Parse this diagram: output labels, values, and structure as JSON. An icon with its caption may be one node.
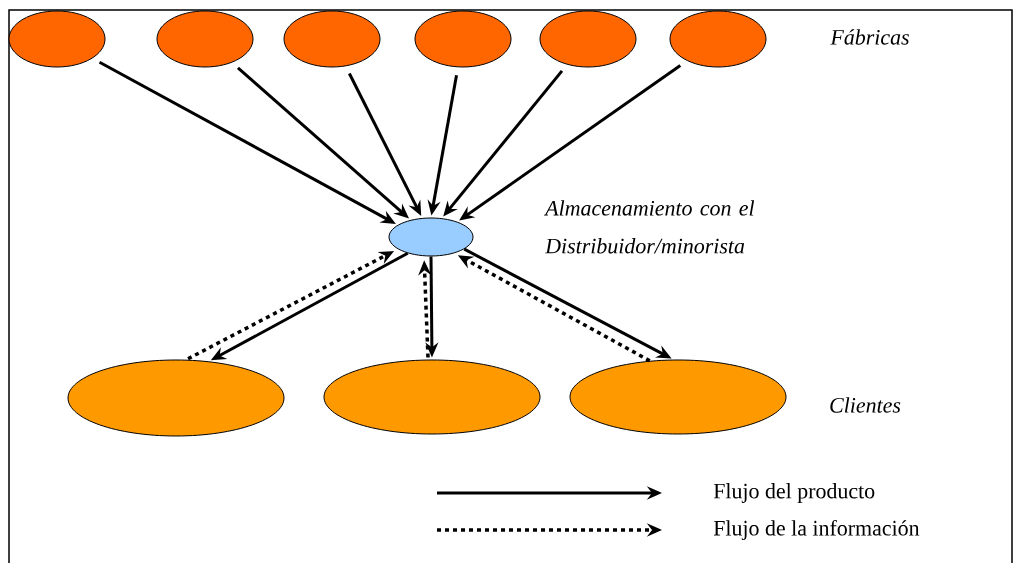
{
  "diagram": {
    "nodes": [
      {
        "text": [],
        "shape": "ellipse"
      },
      {
        "text": [],
        "shape": "ellipse"
      },
      {
        "text": [],
        "shape": "ellipse"
      },
      {
        "text": [],
        "shape": "ellipse"
      },
      {
        "text": [],
        "shape": "ellipse"
      },
      {
        "text": [],
        "shape": "ellipse"
      },
      {
        "text": [],
        "shape": "ellipse",
        "beside": [
          "Almacenamiento con el Distribuidor/minorista"
        ]
      },
      {
        "text": [],
        "shape": "ellipse"
      },
      {
        "text": [],
        "shape": "ellipse"
      },
      {
        "text": [],
        "shape": "ellipse"
      }
    ],
    "edges": [
      {
        "from": 0,
        "to": 6,
        "arrow": "to"
      },
      {
        "from": 1,
        "to": 6,
        "arrow": "to"
      },
      {
        "from": 2,
        "to": 6,
        "arrow": "to"
      },
      {
        "from": 3,
        "to": 6,
        "arrow": "to"
      },
      {
        "from": 4,
        "to": 6,
        "arrow": "to"
      },
      {
        "from": 5,
        "to": 6,
        "arrow": "to"
      },
      {
        "from": 7,
        "to": 6,
        "arrow": "to",
        "style": "dashed"
      },
      {
        "from": 6,
        "to": 7,
        "arrow": "to"
      },
      {
        "from": 8,
        "to": 6,
        "arrow": "to",
        "style": "dashed"
      },
      {
        "from": 6,
        "to": 8,
        "arrow": "to"
      },
      {
        "from": 6,
        "to": 9,
        "arrow": "to"
      },
      {
        "from": 9,
        "to": 6,
        "arrow": "to",
        "style": "dashed"
      }
    ],
    "labels": [
      "Fábricas",
      "Clientes"
    ],
    "legend": [
      {
        "text": "Flujo del producto"
      },
      {
        "text": "Flujo de la información"
      }
    ]
  }
}
